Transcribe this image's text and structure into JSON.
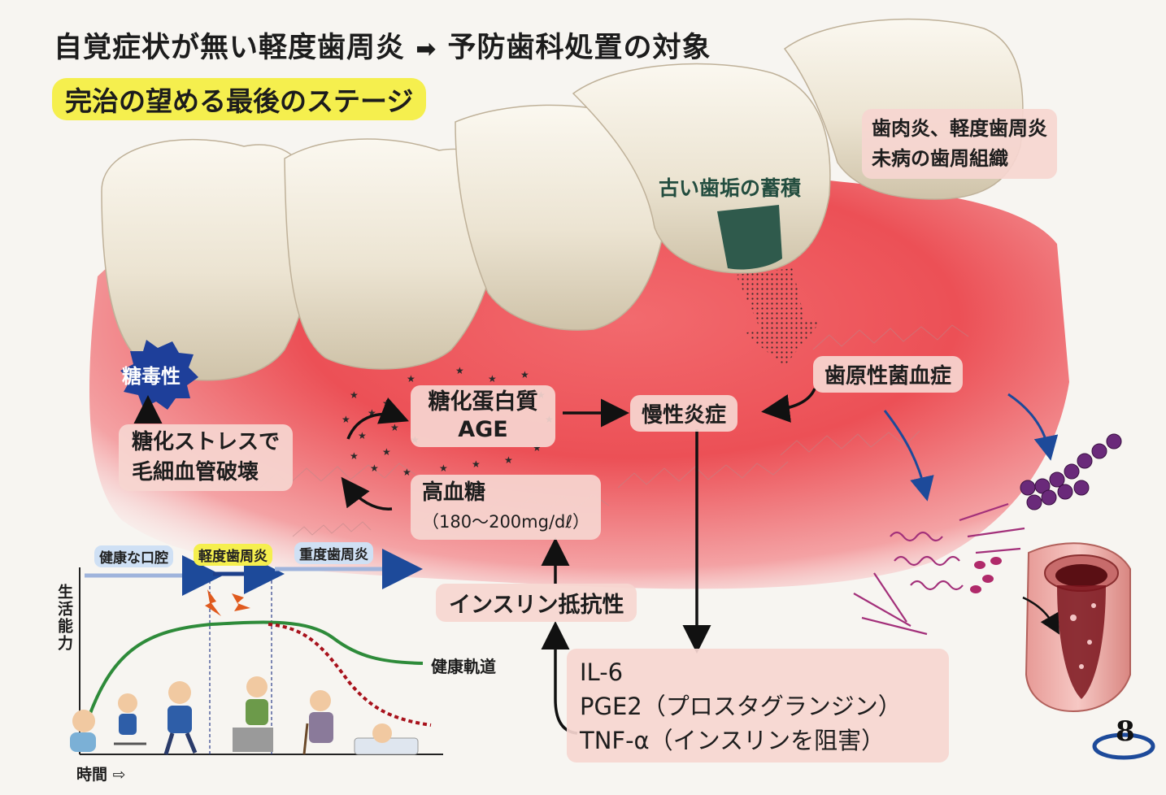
{
  "header": {
    "title": "自覚症状が無い軽度歯周炎",
    "arrow": "➡",
    "target": "予防歯科処置の対象",
    "highlight": "完治の望める最後のステージ"
  },
  "tooth_labels": {
    "gingivitis_line1": "歯肉炎、軽度歯周炎",
    "gingivitis_line2": "未病の歯周組織",
    "old_plaque": "古い歯垢の蓄積"
  },
  "flow": {
    "toxicity": "糖毒性",
    "stress_line1": "糖化ストレスで",
    "stress_line2": "毛細血管破壊",
    "age_line1": "糖化蛋白質",
    "age_line2": "AGE",
    "chronic": "慢性炎症",
    "bacteremia": "歯原性菌血症",
    "hyperglycemia_line1": "高血糖",
    "hyperglycemia_line2": "（180〜200mg/dℓ）",
    "insulin_resistance": "インスリン抵抗性",
    "mediators": [
      "IL-6",
      "PGE2（プロスタグランジン）",
      "TNF-α（インスリンを阻害）"
    ]
  },
  "life_chart": {
    "stages": [
      "健康な口腔",
      "軽度歯周炎",
      "重度歯周炎"
    ],
    "y_label": "生活能力",
    "x_label": "時間",
    "x_arrow": "⇨",
    "trajectory_label": "健康軌道"
  },
  "page_number": "8",
  "colors": {
    "gum": "#e8424a",
    "highlight_yellow": "#f5ef4e",
    "pill_pink": "#f6d6d0",
    "toxicity_badge": "#1e3f9a",
    "healthy_curve": "#2e8b3a",
    "decline_curve": "#a8121c",
    "bacteria_purple": "#6a2a7a"
  }
}
